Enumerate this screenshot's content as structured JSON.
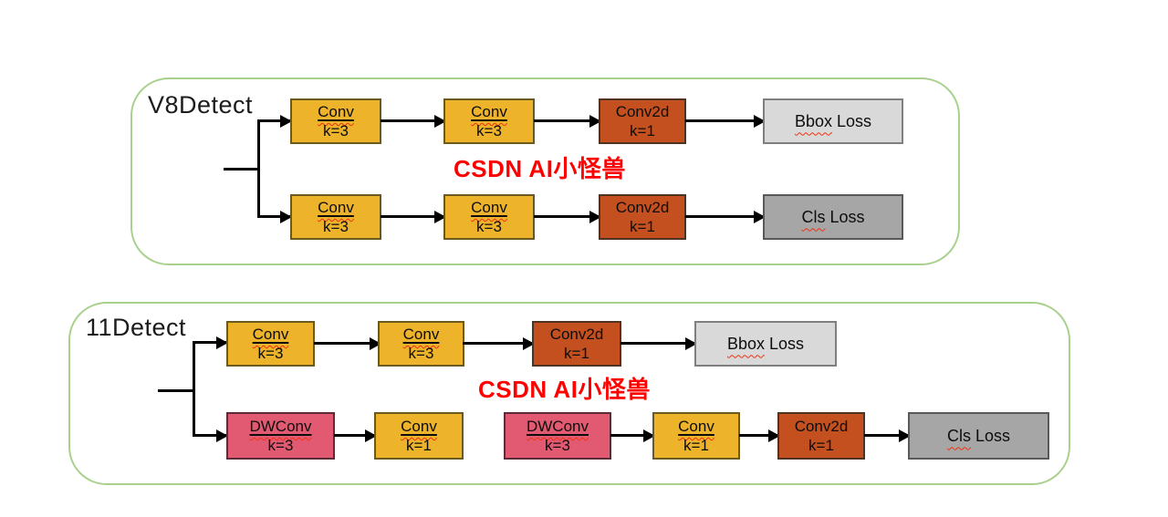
{
  "colors": {
    "conv": "#ECB32B",
    "conv2d": "#C4501F",
    "dwconv": "#E25A72",
    "bbox_loss_fill": "#D9D9D9",
    "cls_loss_fill": "#A6A6A6",
    "panel_border": "#A9D18E",
    "watermark": "#FF0000",
    "connector": "#000000"
  },
  "p1": {
    "title": "V8Detect",
    "watermark": "CSDN AI小怪兽",
    "r1c1": {
      "t": "Conv",
      "k": "k=3"
    },
    "r1c2": {
      "t": "Conv",
      "k": "k=3"
    },
    "r1c3": {
      "t": "Conv2d",
      "k": "k=1"
    },
    "r1loss": {
      "a": "Bbox",
      "b": "Loss"
    },
    "r2c1": {
      "t": "Conv",
      "k": "k=3"
    },
    "r2c2": {
      "t": "Conv",
      "k": "k=3"
    },
    "r2c3": {
      "t": "Conv2d",
      "k": "k=1"
    },
    "r2loss": {
      "a": "Cls",
      "b": "Loss"
    }
  },
  "p2": {
    "title": "11Detect",
    "watermark": "CSDN AI小怪兽",
    "r1c1": {
      "t": "Conv",
      "k": "k=3"
    },
    "r1c2": {
      "t": "Conv",
      "k": "k=3"
    },
    "r1c3": {
      "t": "Conv2d",
      "k": "k=1"
    },
    "r1loss": {
      "a": "Bbox",
      "b": "Loss"
    },
    "r2c1": {
      "t": "DWConv",
      "k": "k=3"
    },
    "r2c2": {
      "t": "Conv",
      "k": "k=1"
    },
    "r2c3": {
      "t": "DWConv",
      "k": "k=3"
    },
    "r2c4": {
      "t": "Conv",
      "k": "k=1"
    },
    "r2c5": {
      "t": "Conv2d",
      "k": "k=1"
    },
    "r2loss": {
      "a": "Cls",
      "b": "Loss"
    }
  }
}
